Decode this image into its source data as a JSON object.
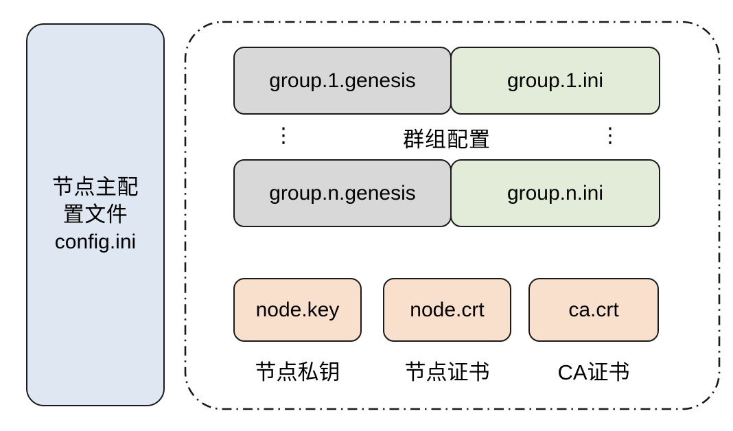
{
  "diagram": {
    "main_config": {
      "cn_label": "节点主配置\n置文件",
      "cn_line1": "节点主配",
      "cn_line2": "置文件",
      "file_name": "config.ini",
      "fill_color": "#dfe8f2"
    },
    "group_section": {
      "annotation_label": "群组配置",
      "ellipsis": "⋮",
      "rows": [
        {
          "genesis": "group.1.genesis",
          "ini": "group.1.ini"
        },
        {
          "genesis": "group.n.genesis",
          "ini": "group.n.ini"
        }
      ],
      "genesis_fill": "#d8d8d8",
      "ini_fill": "#e3ecd8"
    },
    "cert_section": {
      "fill_color": "#f8e0cd",
      "items": [
        {
          "file": "node.key",
          "caption": "节点私钥"
        },
        {
          "file": "node.crt",
          "caption": "节点证书"
        },
        {
          "file": "ca.crt",
          "caption": "CA证书"
        }
      ]
    },
    "container": {
      "border_style": "dash-dot",
      "border_color": "#1a1a1a"
    }
  }
}
